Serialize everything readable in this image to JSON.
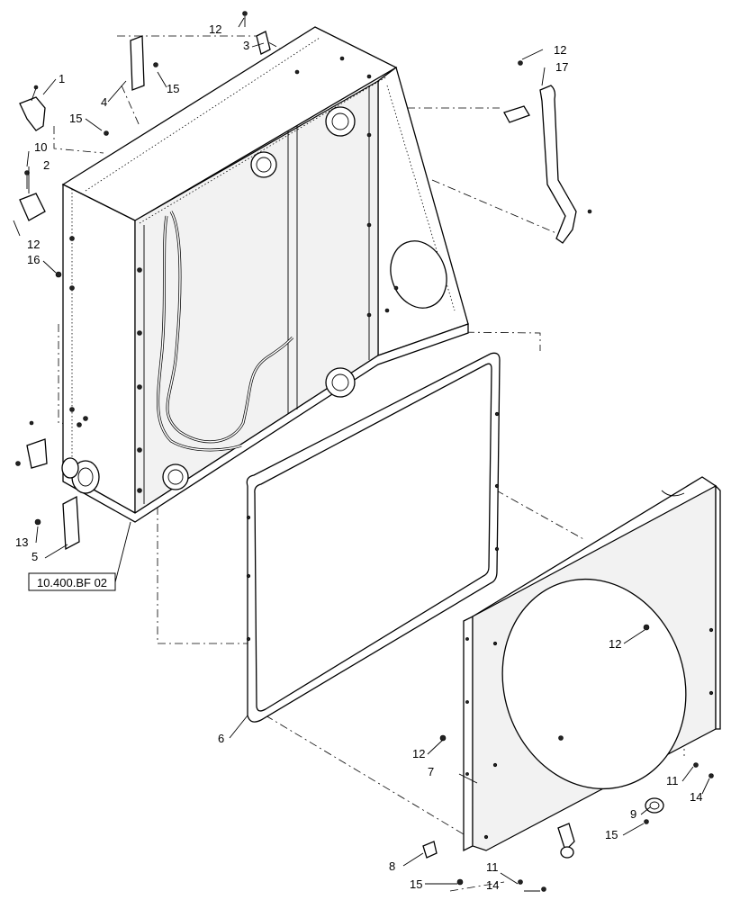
{
  "diagram": {
    "reference_box": "10.400.BF 02",
    "callouts": [
      {
        "id": "c1",
        "text": "1"
      },
      {
        "id": "c2",
        "text": "2"
      },
      {
        "id": "c3",
        "text": "3"
      },
      {
        "id": "c4",
        "text": "4"
      },
      {
        "id": "c5",
        "text": "5"
      },
      {
        "id": "c6",
        "text": "6"
      },
      {
        "id": "c7",
        "text": "7"
      },
      {
        "id": "c8",
        "text": "8"
      },
      {
        "id": "c9",
        "text": "9"
      },
      {
        "id": "c10",
        "text": "10"
      },
      {
        "id": "c11a",
        "text": "11"
      },
      {
        "id": "c11b",
        "text": "11"
      },
      {
        "id": "c12a",
        "text": "12"
      },
      {
        "id": "c12b",
        "text": "12"
      },
      {
        "id": "c12c",
        "text": "12"
      },
      {
        "id": "c12d",
        "text": "12"
      },
      {
        "id": "c12e",
        "text": "12"
      },
      {
        "id": "c13",
        "text": "13"
      },
      {
        "id": "c14a",
        "text": "14"
      },
      {
        "id": "c14b",
        "text": "14"
      },
      {
        "id": "c15a",
        "text": "15"
      },
      {
        "id": "c15b",
        "text": "15"
      },
      {
        "id": "c15c",
        "text": "15"
      },
      {
        "id": "c15d",
        "text": "15"
      },
      {
        "id": "c16",
        "text": "16"
      },
      {
        "id": "c17",
        "text": "17"
      }
    ]
  }
}
